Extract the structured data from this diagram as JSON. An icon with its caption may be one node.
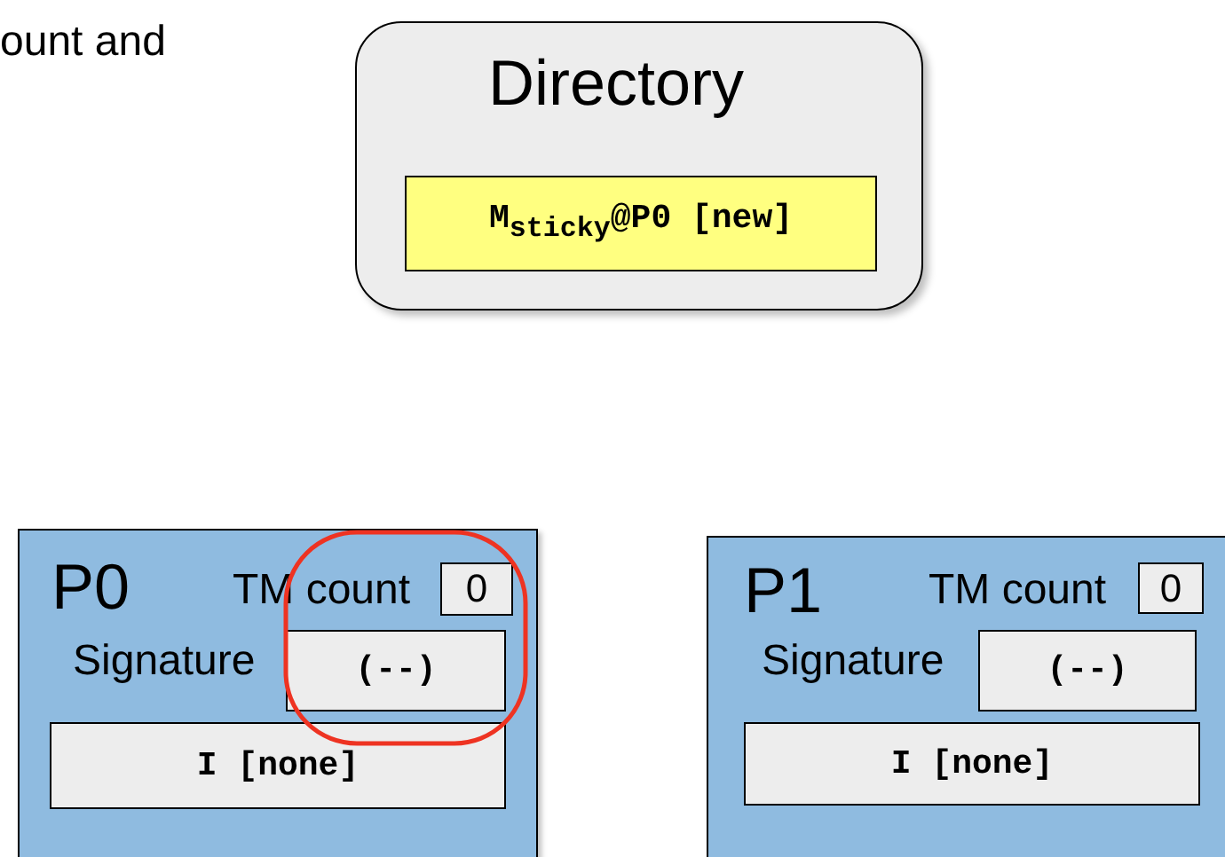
{
  "diagram": {
    "nodes": [
      {
        "text": [
          "Directory"
        ]
      },
      {
        "text": [
          "M$_{sticky}$@P0 [new]"
        ],
        "in": 0
      },
      {
        "text": [
          "P0",
          "TM count",
          "Signature"
        ]
      },
      {
        "text": [
          "0"
        ],
        "in": 2
      },
      {
        "text": [
          "(--)"
        ],
        "in": 2
      },
      {
        "text": [
          "I [none]"
        ],
        "in": 2
      },
      {
        "text": [
          "P1",
          "TM count",
          "Signature"
        ]
      },
      {
        "text": [
          "0"
        ],
        "in": 6
      },
      {
        "text": [
          "(--)"
        ],
        "in": 6
      },
      {
        "text": [
          "I [none]"
        ],
        "in": 6
      }
    ],
    "labels": [
      "ount and"
    ]
  }
}
